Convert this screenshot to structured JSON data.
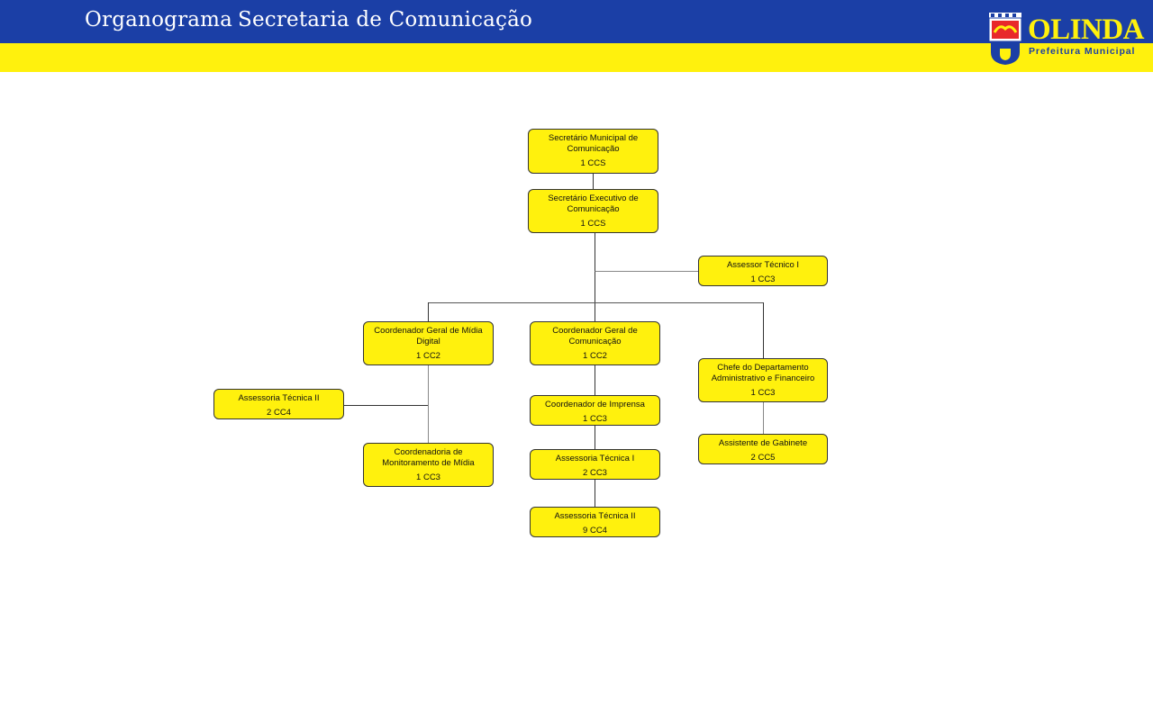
{
  "header": {
    "title_left": "Organograma",
    "title_right": "Secretaria de Comunicação",
    "brand": "OLINDA",
    "brand_sub": "Prefeitura Municipal"
  },
  "colors": {
    "blue": "#1b3fa6",
    "yellow": "#fff10d",
    "line": "#333333"
  },
  "icons": {
    "logo": "olinda-crest-icon"
  },
  "chart": {
    "nodes": [
      {
        "title": "Secretário Municipal de Comunicação",
        "count": "1 CCS"
      },
      {
        "title": "Secretário Executivo de Comunicação",
        "count": "1 CCS"
      },
      {
        "title": "Assessor Técnico I",
        "count": "1 CC3"
      },
      {
        "title": "Coordenador Geral de Mídia Digital",
        "count": "1 CC2"
      },
      {
        "title": "Coordenador Geral de Comunicação",
        "count": "1 CC2"
      },
      {
        "title": "Chefe do Departamento Administrativo e Financeiro",
        "count": "1 CC3"
      },
      {
        "title": "Assessoria Técnica II",
        "count": "2 CC4"
      },
      {
        "title": "Coordenadoria de Monitoramento de Mídia",
        "count": "1 CC3"
      },
      {
        "title": "Coordenador de Imprensa",
        "count": "1 CC3"
      },
      {
        "title": "Assessoria Técnica I",
        "count": "2 CC3"
      },
      {
        "title": "Assessoria Técnica II",
        "count": "9 CC4"
      },
      {
        "title": "Assistente de Gabinete",
        "count": "2 CC5"
      }
    ]
  }
}
